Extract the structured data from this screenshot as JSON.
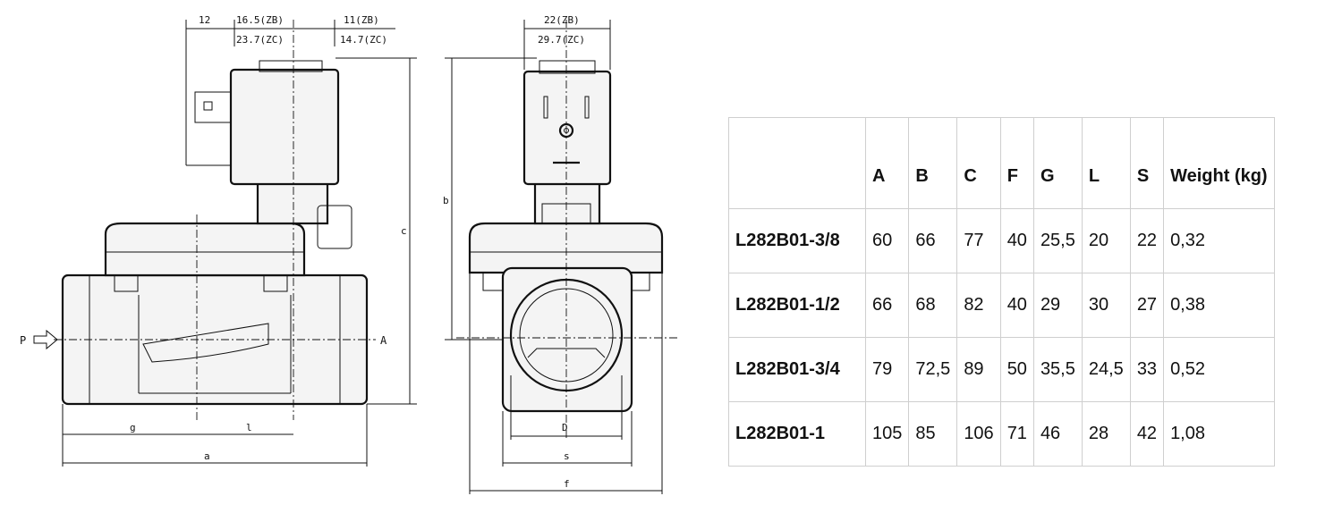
{
  "drawing": {
    "side_view": {
      "top_dims": [
        "12",
        "16.5(ZB)",
        "23.7(ZC)",
        "11(ZB)",
        "14.7(ZC)"
      ],
      "inlet_label": "P",
      "outlet_label": "A",
      "dim_c": "c",
      "dim_g": "g",
      "dim_l": "l",
      "dim_a": "a"
    },
    "front_view": {
      "top_dims": [
        "22(ZB)",
        "29.7(ZC)"
      ],
      "dim_b": "b",
      "dim_d": "D",
      "dim_s": "s",
      "dim_f": "f"
    }
  },
  "table": {
    "headers": [
      "",
      "A",
      "B",
      "C",
      "F",
      "G",
      "L",
      "S",
      "Weight (kg)"
    ],
    "rows": [
      [
        "L282B01-3/8",
        "60",
        "66",
        "77",
        "40",
        "25,5",
        "20",
        "22",
        "0,32"
      ],
      [
        "L282B01-1/2",
        "66",
        "68",
        "82",
        "40",
        "29",
        "30",
        "27",
        "0,38"
      ],
      [
        "L282B01-3/4",
        "79",
        "72,5",
        "89",
        "50",
        "35,5",
        "24,5",
        "33",
        "0,52"
      ],
      [
        "L282B01-1",
        "105",
        "85",
        "106",
        "71",
        "46",
        "28",
        "42",
        "1,08"
      ]
    ]
  }
}
